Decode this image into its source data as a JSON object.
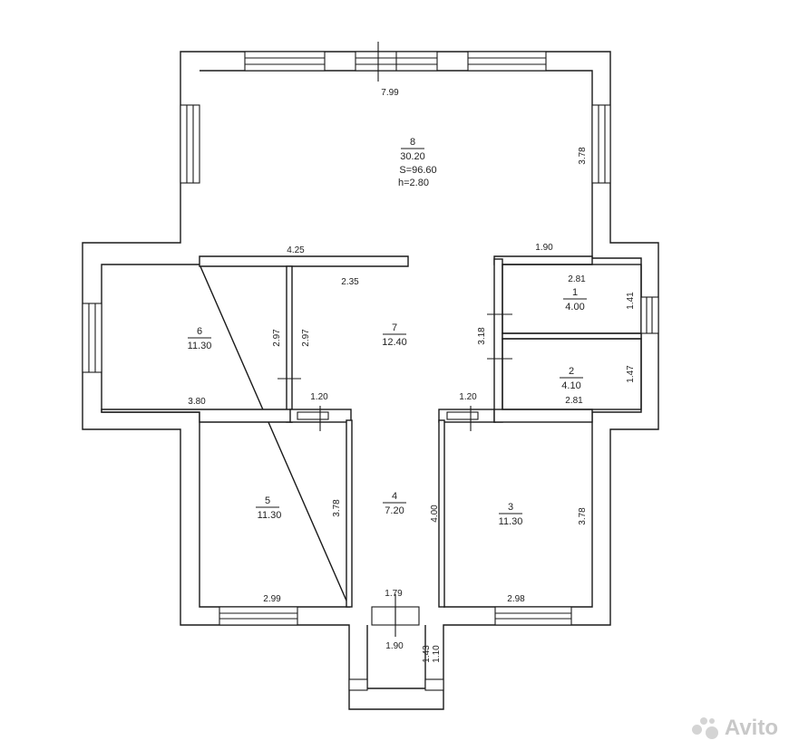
{
  "watermark": {
    "text": "Avito",
    "icon": "avito-dots-icon"
  },
  "total": {
    "area": "S=96.60",
    "height": "h=2.80"
  },
  "rooms": [
    {
      "id": "8",
      "area": "30.20"
    },
    {
      "id": "7",
      "area": "12.40"
    },
    {
      "id": "6",
      "area": "11.30"
    },
    {
      "id": "5",
      "area": "11.30"
    },
    {
      "id": "4",
      "area": "7.20"
    },
    {
      "id": "3",
      "area": "11.30"
    },
    {
      "id": "2",
      "area": "4.10"
    },
    {
      "id": "1",
      "area": "4.00"
    }
  ],
  "dimensions": {
    "r8_width": "7.99",
    "r8_height": "3.78",
    "r8_wall_left": "4.25",
    "r8_wall_right": "1.90",
    "r7_top": "2.35",
    "r7_height": "3.18",
    "r6_height_a": "2.97",
    "r6_height_b": "2.97",
    "r6_width": "3.80",
    "r5_door": "1.20",
    "r5_height": "3.78",
    "r5_width": "2.99",
    "r3_door": "1.20",
    "r3_height": "3.78",
    "r3_width": "2.98",
    "r4_height": "4.00",
    "r4_width": "1.79",
    "r1_width": "2.81",
    "r1_height": "1.41",
    "r2_width": "2.81",
    "r2_height": "1.47",
    "porch_width": "1.90",
    "porch_depth_a": "1.43",
    "porch_depth_b": "1.10"
  }
}
